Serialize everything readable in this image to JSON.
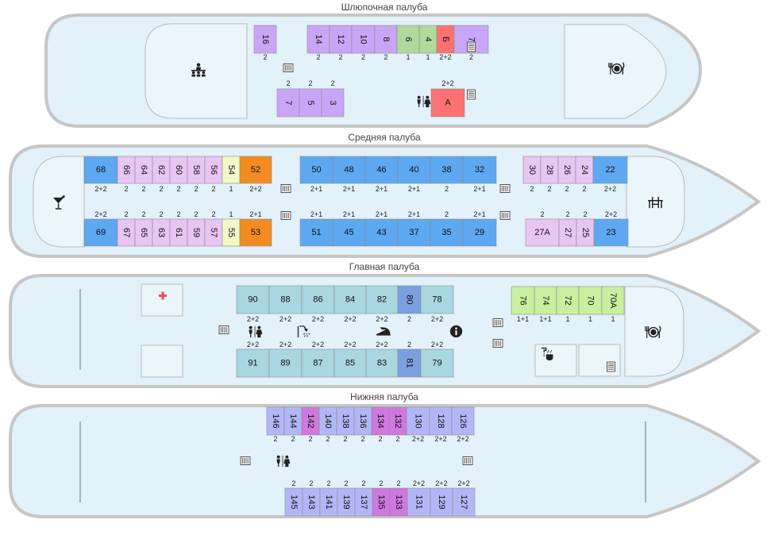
{
  "decks": [
    {
      "name": "Шлюпочная палуба",
      "cabins": [
        {
          "num": "16",
          "berth": "2",
          "color": "violet"
        },
        {
          "num": "14",
          "berth": "2",
          "color": "violet"
        },
        {
          "num": "12",
          "berth": "2",
          "color": "violet"
        },
        {
          "num": "10",
          "berth": "2",
          "color": "violet"
        },
        {
          "num": "8",
          "berth": "2",
          "color": "violet"
        },
        {
          "num": "6",
          "berth": "1",
          "color": "green"
        },
        {
          "num": "4",
          "berth": "1",
          "color": "green"
        },
        {
          "num": "Б",
          "berth": "2+2",
          "color": "red"
        },
        {
          "num": "7",
          "berth": "2",
          "color": "violet"
        },
        {
          "num": "5",
          "berth": "2",
          "color": "violet"
        },
        {
          "num": "3",
          "berth": "2",
          "color": "violet"
        },
        {
          "num": "А",
          "berth": "2+2",
          "color": "red"
        }
      ],
      "icons": [
        "conference-icon",
        "radiator-icon",
        "radiator-icon",
        "radiator-icon",
        "toilet-icon",
        "restaurant-icon"
      ]
    },
    {
      "name": "Средняя палуба",
      "cabins": [
        {
          "num": "68",
          "berth": "2+2",
          "color": "blue"
        },
        {
          "num": "66",
          "berth": "2",
          "color": "pink"
        },
        {
          "num": "64",
          "berth": "2",
          "color": "pink"
        },
        {
          "num": "62",
          "berth": "2",
          "color": "pink"
        },
        {
          "num": "60",
          "berth": "2",
          "color": "pink"
        },
        {
          "num": "58",
          "berth": "2",
          "color": "pink"
        },
        {
          "num": "56",
          "berth": "2",
          "color": "pink"
        },
        {
          "num": "54",
          "berth": "1",
          "color": "yellow"
        },
        {
          "num": "52",
          "berth": "2+2",
          "color": "orange"
        },
        {
          "num": "50",
          "berth": "2+1",
          "color": "blue"
        },
        {
          "num": "48",
          "berth": "2+1",
          "color": "blue"
        },
        {
          "num": "46",
          "berth": "2+1",
          "color": "blue"
        },
        {
          "num": "40",
          "berth": "2+1",
          "color": "blue"
        },
        {
          "num": "38",
          "berth": "2",
          "color": "blue"
        },
        {
          "num": "32",
          "berth": "2+1",
          "color": "blue"
        },
        {
          "num": "30",
          "berth": "2",
          "color": "pink"
        },
        {
          "num": "28",
          "berth": "2",
          "color": "pink"
        },
        {
          "num": "26",
          "berth": "2",
          "color": "pink"
        },
        {
          "num": "24",
          "berth": "2",
          "color": "pink"
        },
        {
          "num": "22",
          "berth": "2+2",
          "color": "blue"
        },
        {
          "num": "69",
          "berth": "2+2",
          "color": "blue"
        },
        {
          "num": "67",
          "berth": "2",
          "color": "pink"
        },
        {
          "num": "65",
          "berth": "2",
          "color": "pink"
        },
        {
          "num": "63",
          "berth": "2",
          "color": "pink"
        },
        {
          "num": "61",
          "berth": "2",
          "color": "pink"
        },
        {
          "num": "59",
          "berth": "2",
          "color": "pink"
        },
        {
          "num": "57",
          "berth": "2",
          "color": "pink"
        },
        {
          "num": "55",
          "berth": "1",
          "color": "yellow"
        },
        {
          "num": "53",
          "berth": "2+1",
          "color": "orange"
        },
        {
          "num": "51",
          "berth": "2+1",
          "color": "blue"
        },
        {
          "num": "45",
          "berth": "2+1",
          "color": "blue"
        },
        {
          "num": "43",
          "berth": "2+1",
          "color": "blue"
        },
        {
          "num": "37",
          "berth": "2+1",
          "color": "blue"
        },
        {
          "num": "35",
          "berth": "2",
          "color": "blue"
        },
        {
          "num": "29",
          "berth": "2+1",
          "color": "blue"
        },
        {
          "num": "27A",
          "berth": "2",
          "color": "pink"
        },
        {
          "num": "27",
          "berth": "2",
          "color": "pink"
        },
        {
          "num": "25",
          "berth": "2",
          "color": "pink"
        },
        {
          "num": "23",
          "berth": "2+2",
          "color": "blue"
        }
      ],
      "icons": [
        "cocktail-icon",
        "radiator-icon",
        "radiator-icon",
        "radiator-icon",
        "radiator-icon",
        "bar-icon"
      ]
    },
    {
      "name": "Главная палуба",
      "cabins": [
        {
          "num": "90",
          "berth": "2+2",
          "color": "teal"
        },
        {
          "num": "88",
          "berth": "2+2",
          "color": "teal"
        },
        {
          "num": "86",
          "berth": "2+2",
          "color": "teal"
        },
        {
          "num": "84",
          "berth": "2+2",
          "color": "teal"
        },
        {
          "num": "82",
          "berth": "2+2",
          "color": "teal"
        },
        {
          "num": "80",
          "berth": "2",
          "color": "steel"
        },
        {
          "num": "78",
          "berth": "2+2",
          "color": "teal"
        },
        {
          "num": "76",
          "berth": "1+1",
          "color": "lime"
        },
        {
          "num": "74",
          "berth": "1+1",
          "color": "lime"
        },
        {
          "num": "72",
          "berth": "1",
          "color": "lime"
        },
        {
          "num": "70",
          "berth": "1",
          "color": "lime"
        },
        {
          "num": "70А",
          "berth": "1",
          "color": "lime"
        },
        {
          "num": "91",
          "berth": "2+2",
          "color": "teal"
        },
        {
          "num": "89",
          "berth": "2+2",
          "color": "teal"
        },
        {
          "num": "87",
          "berth": "2+2",
          "color": "teal"
        },
        {
          "num": "85",
          "berth": "2+2",
          "color": "teal"
        },
        {
          "num": "83",
          "berth": "2+2",
          "color": "teal"
        },
        {
          "num": "81",
          "berth": "2",
          "color": "steel"
        },
        {
          "num": "79",
          "berth": "2+2",
          "color": "teal"
        }
      ],
      "icons": [
        "medical-icon",
        "radiator-icon",
        "toilet-icon",
        "shower-icon",
        "iron-icon",
        "info-icon",
        "radiator-icon",
        "radiator-icon",
        "boiling-water-icon",
        "radiator-icon",
        "restaurant-icon"
      ]
    },
    {
      "name": "Нижняя палуба",
      "cabins": [
        {
          "num": "146",
          "berth": "2",
          "color": "lavender"
        },
        {
          "num": "144",
          "berth": "2",
          "color": "lavender"
        },
        {
          "num": "142",
          "berth": "2",
          "color": "magenta"
        },
        {
          "num": "140",
          "berth": "2",
          "color": "lavender"
        },
        {
          "num": "138",
          "berth": "2",
          "color": "lavender"
        },
        {
          "num": "136",
          "berth": "2",
          "color": "lavender"
        },
        {
          "num": "134",
          "berth": "2",
          "color": "magenta"
        },
        {
          "num": "132",
          "berth": "2",
          "color": "magenta"
        },
        {
          "num": "130",
          "berth": "2+2",
          "color": "lavender"
        },
        {
          "num": "128",
          "berth": "2+2",
          "color": "lavender"
        },
        {
          "num": "126",
          "berth": "2+2",
          "color": "lavender"
        },
        {
          "num": "145",
          "berth": "2",
          "color": "lavender"
        },
        {
          "num": "143",
          "berth": "2",
          "color": "lavender"
        },
        {
          "num": "141",
          "berth": "2",
          "color": "lavender"
        },
        {
          "num": "139",
          "berth": "2",
          "color": "lavender"
        },
        {
          "num": "137",
          "berth": "2",
          "color": "lavender"
        },
        {
          "num": "135",
          "berth": "2",
          "color": "magenta"
        },
        {
          "num": "133",
          "berth": "2",
          "color": "magenta"
        },
        {
          "num": "131",
          "berth": "2+2",
          "color": "lavender"
        },
        {
          "num": "129",
          "berth": "2+2",
          "color": "lavender"
        },
        {
          "num": "127",
          "berth": "2+2",
          "color": "lavender"
        }
      ],
      "icons": [
        "radiator-icon",
        "toilet-icon",
        "radiator-icon"
      ]
    }
  ],
  "colors": {
    "violet": "#c9a6f5",
    "green": "#b2d99b",
    "red": "#fb7272",
    "blue": "#5ea8f2",
    "pink": "#e9c6f2",
    "yellow": "#f3f9c6",
    "orange": "#f28c22",
    "teal": "#a9d6e1",
    "steel": "#7c9fe0",
    "lime": "#c9f0a0",
    "lavender": "#b3b6f6",
    "magenta": "#cf78e0"
  }
}
